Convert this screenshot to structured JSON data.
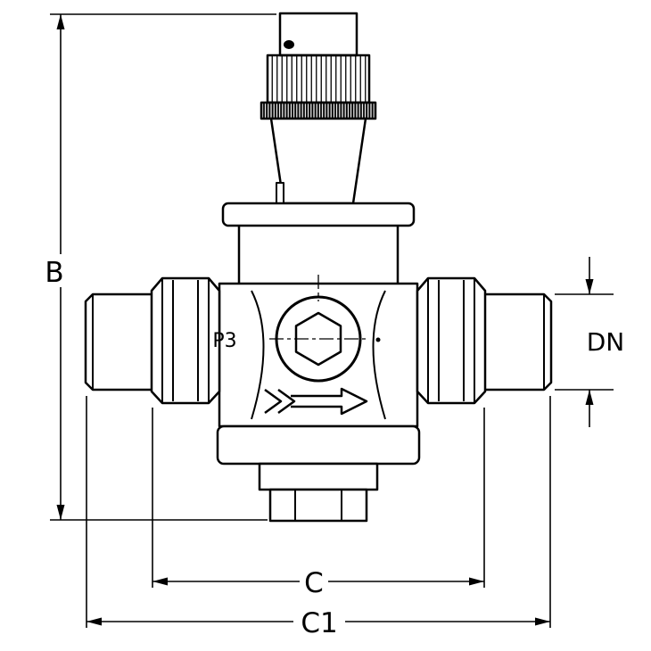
{
  "colors": {
    "line": "#000000",
    "background": "#ffffff"
  },
  "drawing": {
    "markings": {
      "body_label": "P3"
    },
    "dimensions": {
      "height": {
        "label": "B"
      },
      "diameter": {
        "label": "DN"
      },
      "width": {
        "label": "C"
      },
      "overall_width": {
        "label": "C1"
      }
    }
  }
}
